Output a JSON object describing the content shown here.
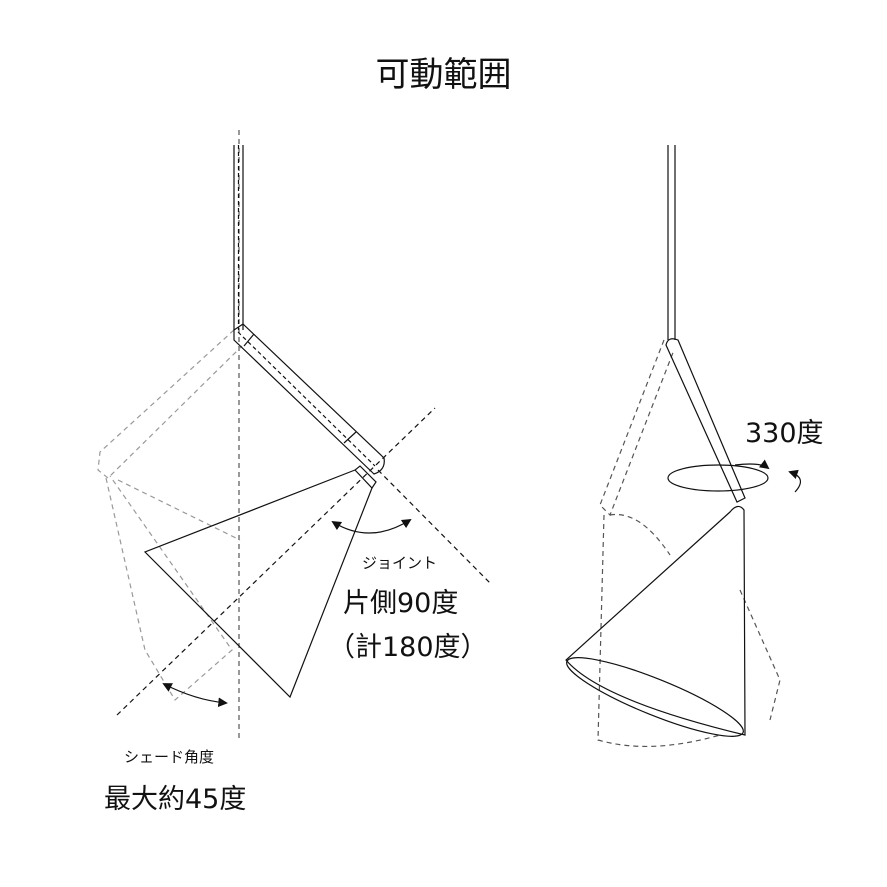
{
  "title": "可動範囲",
  "left_diagram": {
    "joint_label": "ジョイント",
    "joint_range": "片側90度",
    "joint_total": "（計180度）",
    "shade_label": "シェード角度",
    "shade_range": "最大約45度"
  },
  "right_diagram": {
    "rotation_label": "330度"
  },
  "colors": {
    "line": "#111111",
    "ghost": "#999999"
  }
}
